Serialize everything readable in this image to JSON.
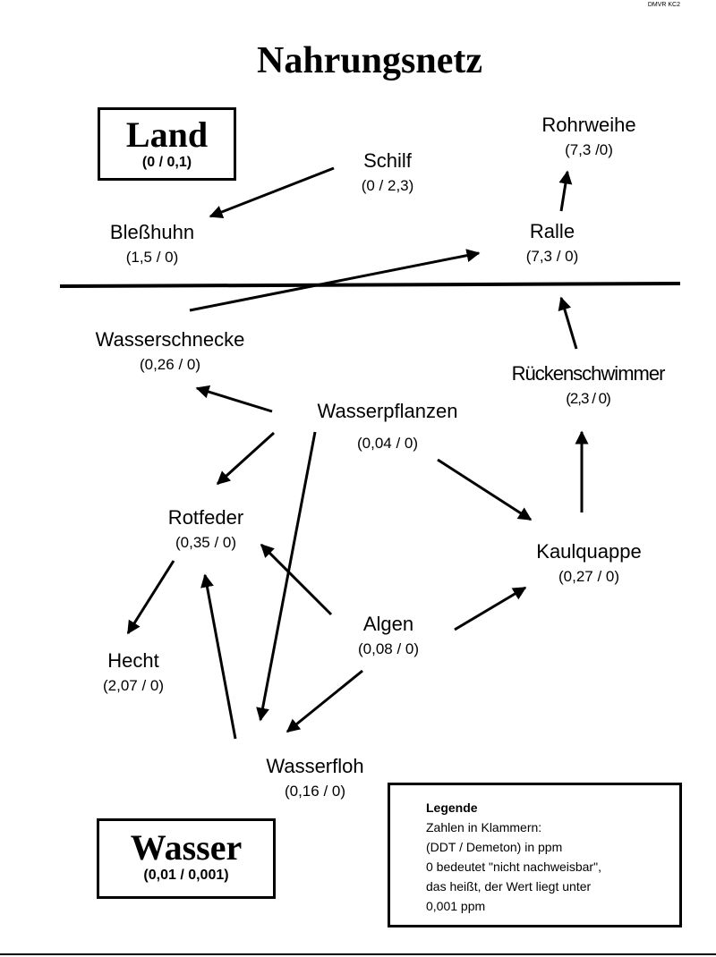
{
  "corner_code": "DMVR KC2",
  "title": "Nahrungsnetz",
  "land": {
    "label": "Land",
    "values": "(0 / 0,1)"
  },
  "wasser": {
    "label": "Wasser",
    "values": "(0,01 / 0,001)"
  },
  "nodes": {
    "rohrweihe": {
      "name": "Rohrweihe",
      "values": "(7,3 /0)"
    },
    "schilf": {
      "name": "Schilf",
      "values": "(0 / 2,3)"
    },
    "blesshuhn": {
      "name": "Bleßhuhn",
      "values": "(1,5 / 0)"
    },
    "ralle": {
      "name": "Ralle",
      "values": "(7,3 / 0)"
    },
    "wasserschnecke": {
      "name": "Wasserschnecke",
      "values": "(0,26 / 0)"
    },
    "rueckenschwimmer": {
      "name": "Rückenschwimmer",
      "values": "(2,3 / 0)"
    },
    "wasserpflanzen": {
      "name": "Wasserpflanzen",
      "values": "(0,04 / 0)"
    },
    "rotfeder": {
      "name": "Rotfeder",
      "values": "(0,35 / 0)"
    },
    "kaulquappe": {
      "name": "Kaulquappe",
      "values": "(0,27 / 0)"
    },
    "algen": {
      "name": "Algen",
      "values": "(0,08 / 0)"
    },
    "hecht": {
      "name": "Hecht",
      "values": "(2,07 / 0)"
    },
    "wasserfloh": {
      "name": "Wasserfloh",
      "values": "(0,16 / 0)"
    }
  },
  "edges": [
    {
      "from": "schilf",
      "to": "blesshuhn"
    },
    {
      "from": "ralle",
      "to": "rohrweihe"
    },
    {
      "from": "wasserschnecke",
      "to": "ralle"
    },
    {
      "from": "rueckenschwimmer",
      "to": "ralle"
    },
    {
      "from": "kaulquappe",
      "to": "rueckenschwimmer"
    },
    {
      "from": "wasserpflanzen",
      "to": "wasserschnecke"
    },
    {
      "from": "wasserpflanzen",
      "to": "rotfeder"
    },
    {
      "from": "wasserpflanzen",
      "to": "wasserfloh"
    },
    {
      "from": "wasserpflanzen",
      "to": "kaulquappe"
    },
    {
      "from": "algen",
      "to": "rotfeder"
    },
    {
      "from": "algen",
      "to": "kaulquappe"
    },
    {
      "from": "algen",
      "to": "wasserfloh"
    },
    {
      "from": "rotfeder",
      "to": "hecht"
    },
    {
      "from": "wasserfloh",
      "to": "rotfeder"
    }
  ],
  "legend": {
    "title": "Legende",
    "lines": [
      "Zahlen in Klammern:",
      "(DDT / Demeton) in ppm",
      "0 bedeutet \"nicht nachweisbar\",",
      "das heißt, der Wert liegt unter",
      "0,001 ppm"
    ]
  }
}
